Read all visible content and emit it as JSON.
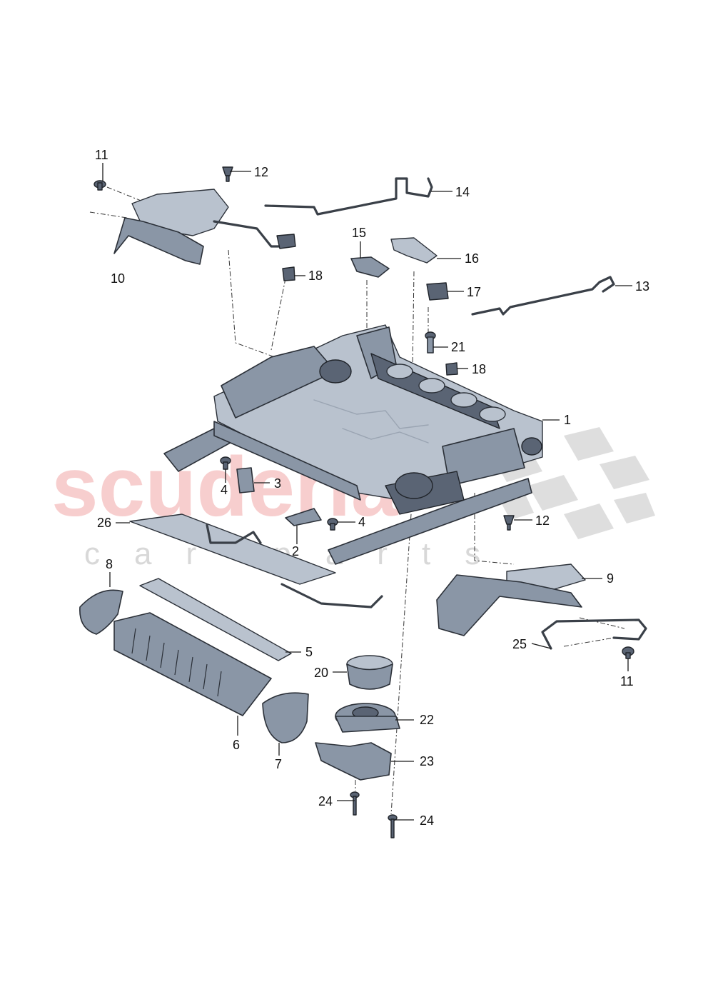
{
  "watermark": {
    "brand": "scuderia",
    "tagline": "car parts"
  },
  "callouts": [
    {
      "id": "c1",
      "label": "1"
    },
    {
      "id": "c2",
      "label": "2"
    },
    {
      "id": "c3",
      "label": "3"
    },
    {
      "id": "c4a",
      "label": "4"
    },
    {
      "id": "c4b",
      "label": "4"
    },
    {
      "id": "c5",
      "label": "5"
    },
    {
      "id": "c6",
      "label": "6"
    },
    {
      "id": "c7",
      "label": "7"
    },
    {
      "id": "c8",
      "label": "8"
    },
    {
      "id": "c9",
      "label": "9"
    },
    {
      "id": "c10",
      "label": "10"
    },
    {
      "id": "c11a",
      "label": "11"
    },
    {
      "id": "c11b",
      "label": "11"
    },
    {
      "id": "c12a",
      "label": "12"
    },
    {
      "id": "c12b",
      "label": "12"
    },
    {
      "id": "c13",
      "label": "13"
    },
    {
      "id": "c14",
      "label": "14"
    },
    {
      "id": "c15",
      "label": "15"
    },
    {
      "id": "c16",
      "label": "16"
    },
    {
      "id": "c17",
      "label": "17"
    },
    {
      "id": "c18a",
      "label": "18"
    },
    {
      "id": "c18b",
      "label": "18"
    },
    {
      "id": "c20",
      "label": "20"
    },
    {
      "id": "c21",
      "label": "21"
    },
    {
      "id": "c22",
      "label": "22"
    },
    {
      "id": "c23",
      "label": "23"
    },
    {
      "id": "c24a",
      "label": "24"
    },
    {
      "id": "c24b",
      "label": "24"
    },
    {
      "id": "c25",
      "label": "25"
    },
    {
      "id": "c26",
      "label": "26"
    }
  ]
}
